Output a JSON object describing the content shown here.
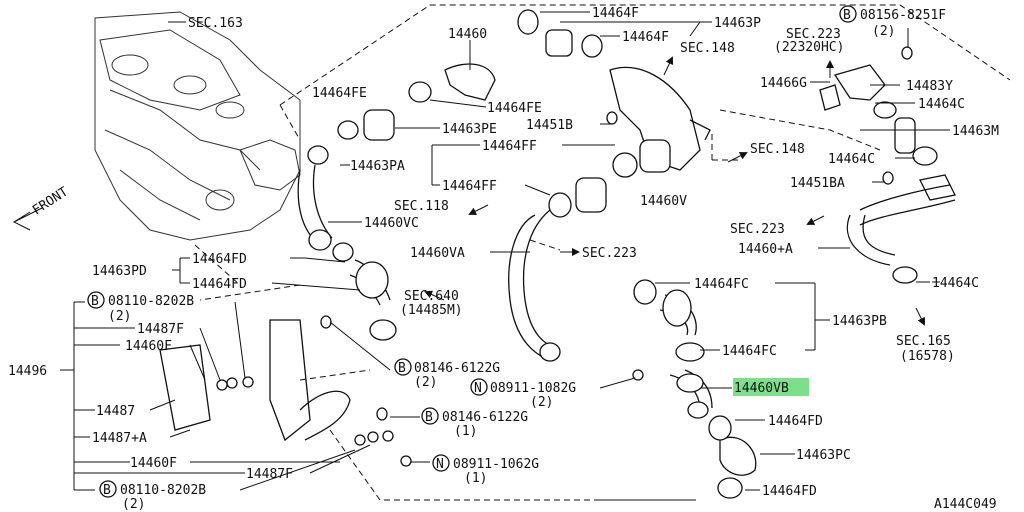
{
  "labels": {
    "sec163": "SEC.163",
    "p14460": "14460",
    "p14464F_top": "14464F",
    "p14463P": "14463P",
    "p14464F_mid": "14464F",
    "sec148_a": "SEC.148",
    "sec223_a": "SEC.223",
    "sec223_a_sub": "(22320HC)",
    "bolt08156_num": "08156-8251F",
    "bolt08156_qty": "(2)",
    "p14466G": "14466G",
    "p14483Y": "14483Y",
    "p14464C_a": "14464C",
    "p14463M": "14463M",
    "p14464FE_a": "14464FE",
    "p14464FE_b": "14464FE",
    "p14463PE": "14463PE",
    "p14451B": "14451B",
    "p14464FF_a": "14464FF",
    "p14463PA": "14463PA",
    "sec148_b": "SEC.148",
    "p14464C_b": "14464C",
    "p14451BA": "14451BA",
    "front": "FRONT",
    "p14464FF_b": "14464FF",
    "p14460V": "14460V",
    "sec118": "SEC.118",
    "p14460VC": "14460VC",
    "sec223_b": "SEC.223",
    "p14460A": "14460+A",
    "p14460VA": "14460VA",
    "sec223_c": "SEC.223",
    "p14464FD_a": "14464FD",
    "p14463PD": "14463PD",
    "p14464FD_b": "14464FD",
    "p14464C_c": "14464C",
    "p14464FC_a": "14464FC",
    "sec640": "SEC.640",
    "sec640_sub": "(14485M)",
    "bolt08110_a_num": "08110-8202B",
    "bolt08110_a_qty": "(2)",
    "p14463PB": "14463PB",
    "p14487F_a": "14487F",
    "p14460F_a": "14460F",
    "sec165": "SEC.165",
    "sec165_sub": "(16578)",
    "p14464FC_b": "14464FC",
    "bolt08146_a_num": "08146-6122G",
    "bolt08146_a_qty": "(2)",
    "p14496": "14496",
    "nut08911_a_num": "08911-1082G",
    "nut08911_a_qty": "(2)",
    "p14460VB": "14460VB",
    "p14487": "14487",
    "bolt08146_b_num": "08146-6122G",
    "bolt08146_b_qty": "(1)",
    "p14464FD_c": "14464FD",
    "p14487A": "14487+A",
    "p14463PC": "14463PC",
    "p14460F_b": "14460F",
    "nut08911_b_num": "08911-1062G",
    "nut08911_b_qty": "(1)",
    "p14487F_b": "14487F",
    "p14464FD_d": "14464FD",
    "bolt08110_b_num": "08110-8202B",
    "bolt08110_b_qty": "(2)",
    "diagram_code": "A144C049"
  },
  "circle_marks": {
    "bolt_b": "B",
    "nut_n": "N"
  },
  "highlight_color": "#7be08a"
}
